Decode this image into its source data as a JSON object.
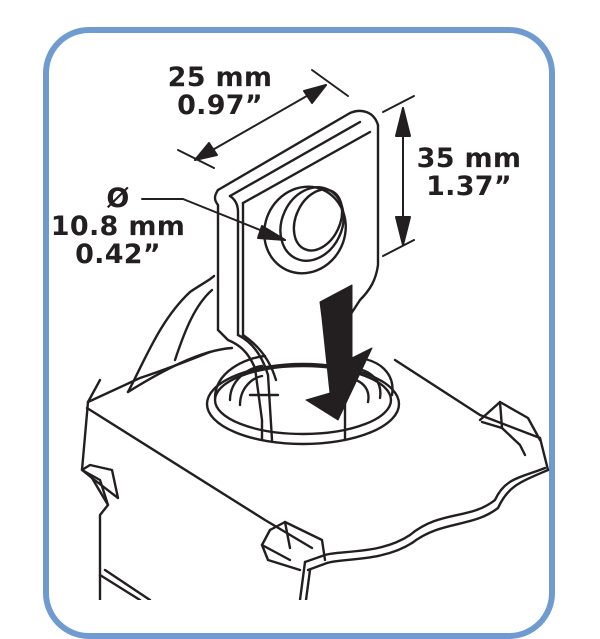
{
  "figure": {
    "frame_color": "#6f9bd0",
    "line_color": "#231f20",
    "subject": "Ring terminal lug inserted into split-core current sensor",
    "width_dimension": {
      "metric": "25 mm",
      "imperial": "0.97”"
    },
    "height_dimension": {
      "metric": "35 mm",
      "imperial": "1.37”"
    },
    "hole_dimension": {
      "symbol": "Ø",
      "metric": "10.8 mm",
      "imperial": "0.42”"
    },
    "arrow": {
      "direction": "down",
      "meaning": "insert lug"
    }
  }
}
